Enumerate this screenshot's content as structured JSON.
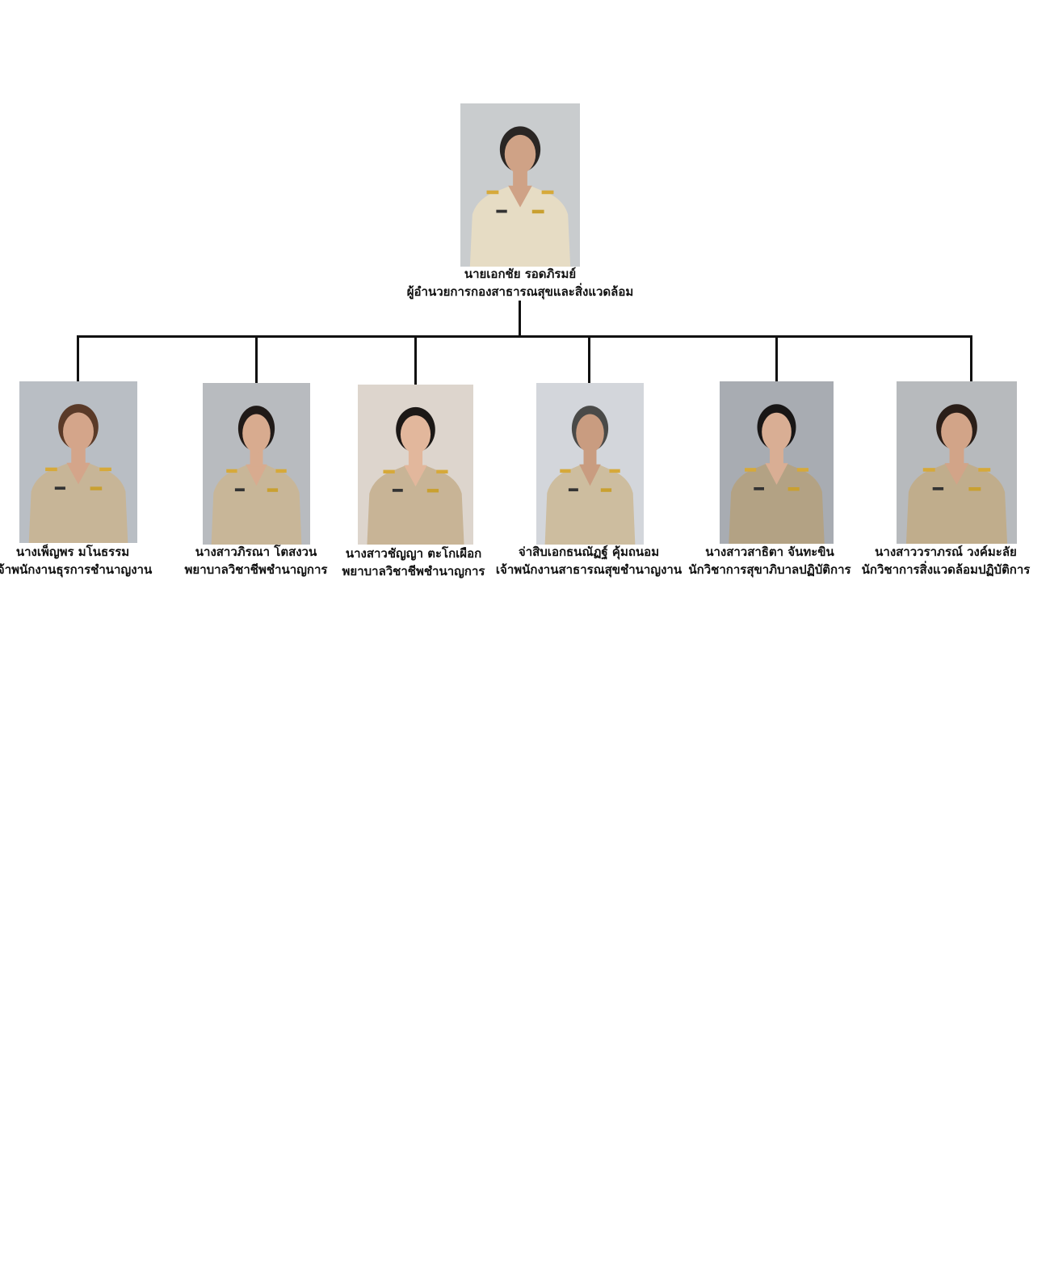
{
  "org_chart": {
    "head": {
      "name": "นายเอกชัย รอดภิรมย์",
      "title": "ผู้อำนวยการกองสาธารณสุขและสิ่งแวดล้อม",
      "photo": {
        "background": "#c9ccce",
        "uniform": "#e6dcc4",
        "skin": "#cfa286",
        "hair": "#2a2624"
      }
    },
    "staff": [
      {
        "name": "นางเพ็ญพร มโนธรรม",
        "title": "เจ้าพนักงานธุรการชำนาญงาน",
        "photo": {
          "background": "#b9bec4",
          "uniform": "#c7b597",
          "skin": "#d4a58a",
          "hair": "#5a3a28"
        }
      },
      {
        "name": "นางสาวภิรณา โตสงวน",
        "title": "พยาบาลวิชาชีพชำนาญการ",
        "photo": {
          "background": "#b8bbbf",
          "uniform": "#c8b698",
          "skin": "#d8ab8f",
          "hair": "#201a18"
        }
      },
      {
        "name": "นางสาวชัญญา ตะโกเผือก",
        "title": "พยาบาลวิชาชีพชำนาญการ",
        "photo": {
          "background": "#ddd5cd",
          "uniform": "#c8b496",
          "skin": "#e2b79c",
          "hair": "#1c1816"
        }
      },
      {
        "name": "จ่าสิบเอกธนณัฏฐ์ คุ้มถนอม",
        "title": "เจ้าพนักงานสาธารณสุขชำนาญงาน",
        "photo": {
          "background": "#d3d6db",
          "uniform": "#cdbd9f",
          "skin": "#c99c80",
          "hair": "#4a4a48"
        }
      },
      {
        "name": "นางสาวสาธิตา จันทะขิน",
        "title": "นักวิชาการสุขาภิบาลปฏิบัติการ",
        "photo": {
          "background": "#a8acb2",
          "uniform": "#b3a284",
          "skin": "#d9ae94",
          "hair": "#181616"
        }
      },
      {
        "name": "นางสาววราภรณ์ วงค์มะลัย",
        "title": "นักวิชาการสิ่งแวดล้อมปฏิบัติการ",
        "photo": {
          "background": "#b7babd",
          "uniform": "#c0ad8c",
          "skin": "#d2a488",
          "hair": "#2a1e18"
        }
      }
    ],
    "line_color": "#111111"
  }
}
